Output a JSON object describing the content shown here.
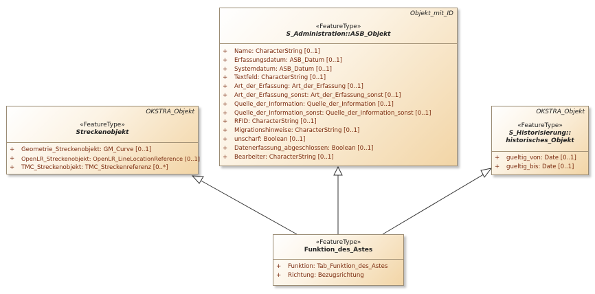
{
  "classes": {
    "asb_objekt": {
      "tag": "Objekt_mit_ID",
      "stereotype": "«FeatureType»",
      "name": "S_Administration::ASB_Objekt",
      "attributes": [
        {
          "vis": "+",
          "text": "Name: CharacterString [0..1]"
        },
        {
          "vis": "+",
          "text": "Erfassungsdatum: ASB_Datum [0..1]"
        },
        {
          "vis": "+",
          "text": "Systemdatum: ASB_Datum [0..1]"
        },
        {
          "vis": "+",
          "text": "Textfeld: CharacterString [0..1]"
        },
        {
          "vis": "+",
          "text": "Art_der_Erfassung: Art_der_Erfassung [0..1]"
        },
        {
          "vis": "+",
          "text": "Art_der_Erfassung_sonst: Art_der_Erfassung_sonst [0..1]"
        },
        {
          "vis": "+",
          "text": "Quelle_der_Information: Quelle_der_Information [0..1]"
        },
        {
          "vis": "+",
          "text": "Quelle_der_Information_sonst: Quelle_der_Information_sonst [0..1]"
        },
        {
          "vis": "+",
          "text": "RFID: CharacterString [0..1]"
        },
        {
          "vis": "+",
          "text": "Migrationshinweise: CharacterString [0..1]"
        },
        {
          "vis": "+",
          "text": "unscharf: Boolean [0..1]"
        },
        {
          "vis": "+",
          "text": "Datenerfassung_abgeschlossen: Boolean [0..1]"
        },
        {
          "vis": "+",
          "text": "Bearbeiter: CharacterString [0..1]"
        }
      ]
    },
    "streckenobjekt": {
      "tag": "OKSTRA_Objekt",
      "stereotype": "«FeatureType»",
      "name": "Streckenobjekt",
      "attributes": [
        {
          "vis": "+",
          "text": "Geometrie_Streckenobjekt: GM_Curve [0..1]"
        },
        {
          "vis": "+",
          "text": "OpenLR_Streckenobjekt: OpenLR_LineLocationReference [0..1]"
        },
        {
          "vis": "+",
          "text": "TMC_Streckenobjekt: TMC_Streckenreferenz [0..*]"
        }
      ]
    },
    "historisches_objekt": {
      "tag": "OKSTRA_Objekt",
      "stereotype": "«FeatureType»",
      "name_line1": "S_Historisierung::",
      "name_line2": "historisches_Objekt",
      "attributes": [
        {
          "vis": "+",
          "text": "gueltig_von: Date [0..1]"
        },
        {
          "vis": "+",
          "text": "gueltig_bis: Date [0..1]"
        }
      ]
    },
    "funktion_des_astes": {
      "stereotype": "«FeatureType»",
      "name": "Funktion_des_Astes",
      "attributes": [
        {
          "vis": "+",
          "text": "Funktion: Tab_Funktion_des_Astes"
        },
        {
          "vis": "+",
          "text": "Richtung: Bezugsrichtung"
        }
      ]
    }
  }
}
